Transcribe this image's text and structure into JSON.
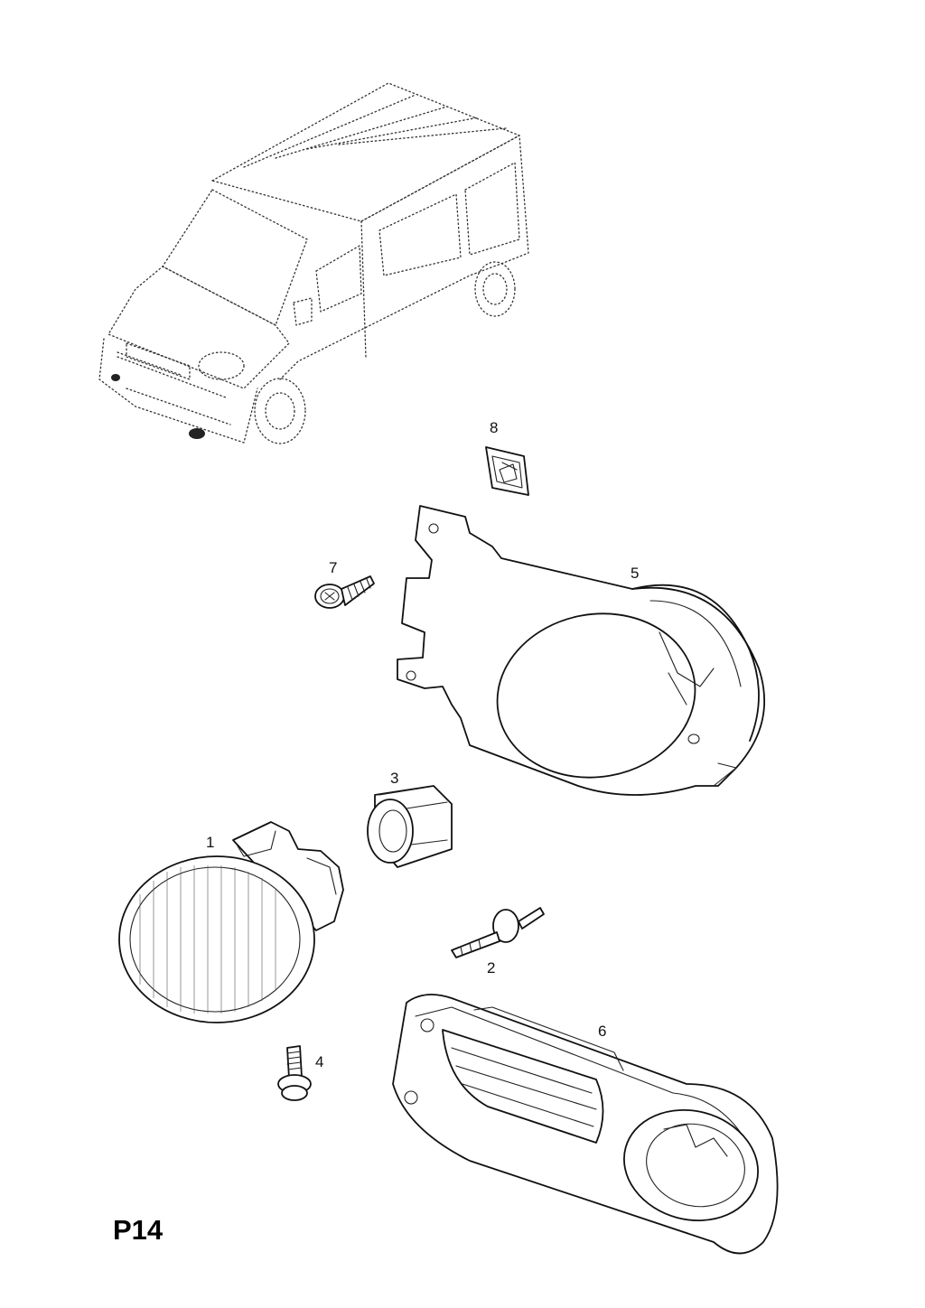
{
  "page": {
    "code": "P14"
  },
  "parts": [
    {
      "id": "fog-lamp-assembly",
      "number": "1"
    },
    {
      "id": "bulb",
      "number": "2"
    },
    {
      "id": "bulb-holder",
      "number": "3"
    },
    {
      "id": "bolt",
      "number": "4"
    },
    {
      "id": "mounting-bracket",
      "number": "5"
    },
    {
      "id": "bumper-grille-trim",
      "number": "6"
    },
    {
      "id": "screw",
      "number": "7"
    },
    {
      "id": "clip-nut",
      "number": "8"
    }
  ]
}
